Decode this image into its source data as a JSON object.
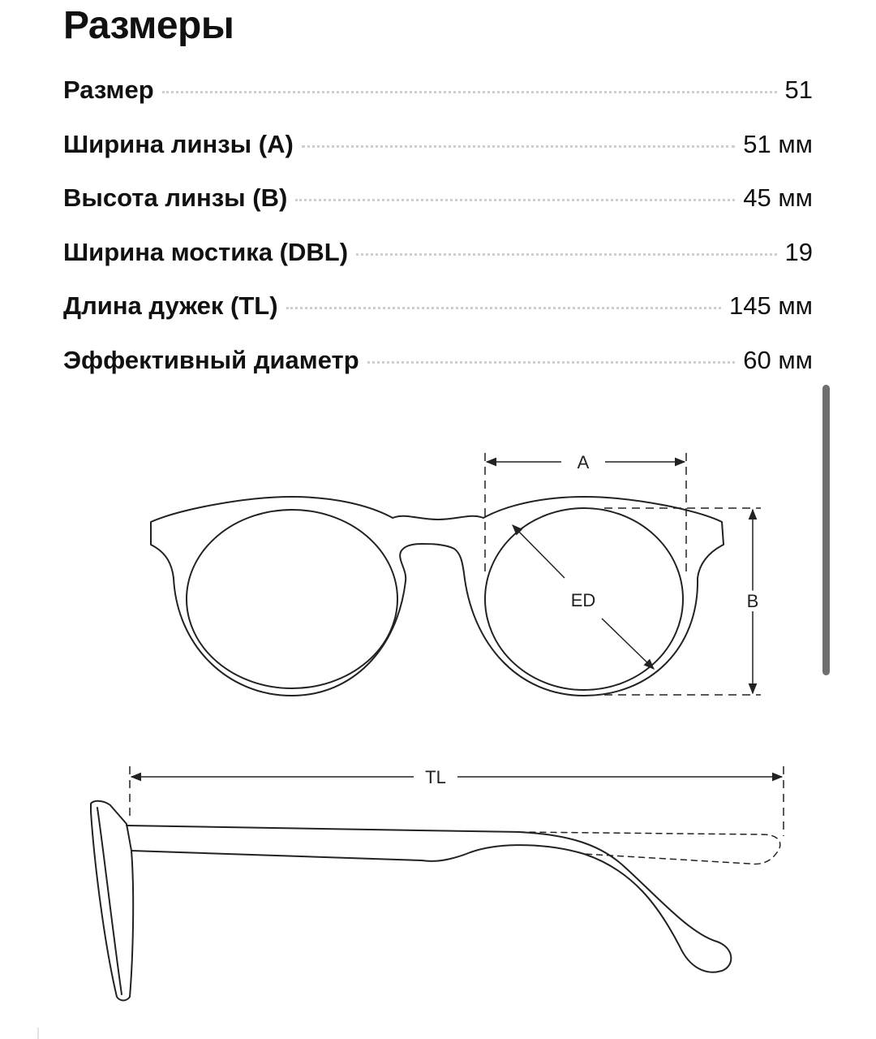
{
  "title": "Размеры",
  "specs": [
    {
      "label": "Размер",
      "value": "51"
    },
    {
      "label": "Ширина линзы (A)",
      "value": "51 мм"
    },
    {
      "label": "Высота линзы (B)",
      "value": "45 мм"
    },
    {
      "label": "Ширина мостика (DBL)",
      "value": "19"
    },
    {
      "label": "Длина дужек (TL)",
      "value": "145 мм"
    },
    {
      "label": "Эффективный диаметр",
      "value": "60 мм"
    }
  ],
  "diagram": {
    "label_a": "A",
    "label_b": "B",
    "label_ed": "ED",
    "label_tl": "TL"
  }
}
